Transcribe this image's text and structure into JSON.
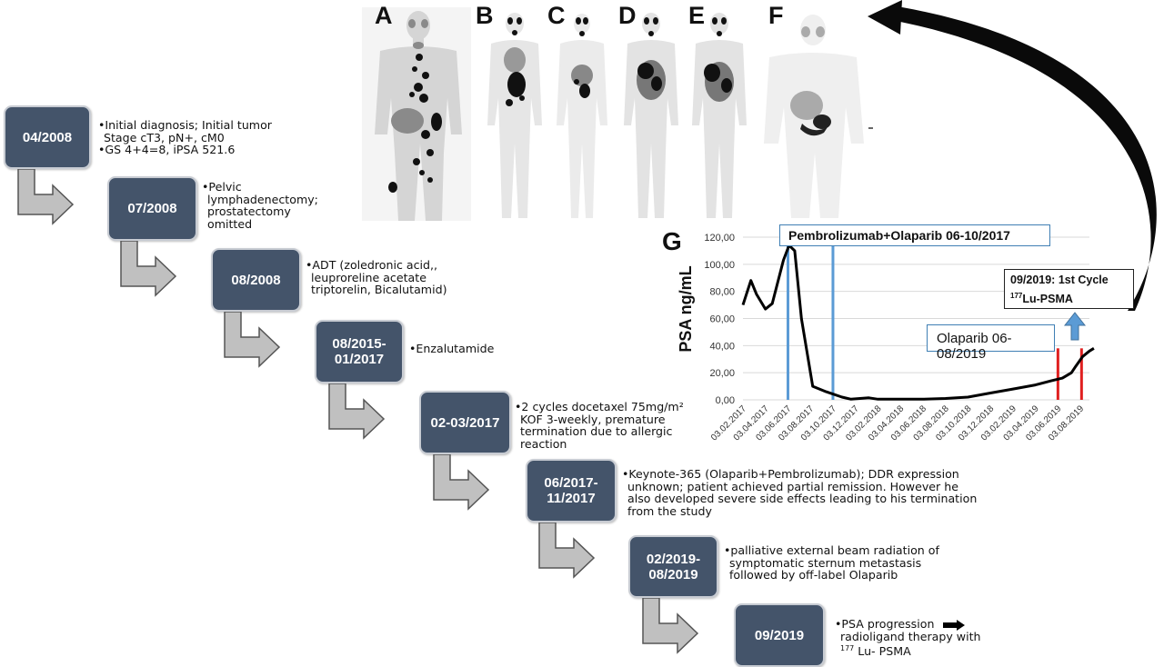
{
  "timeline": [
    {
      "date": "04/2008",
      "bullets": [
        "•Initial diagnosis; Initial tumor",
        "  Stage cT3, pN+, cM0",
        "•GS 4+4=8, iPSA 521.6"
      ]
    },
    {
      "date": "07/2008",
      "bullets": [
        "•Pelvic",
        " lymphadenectomy;",
        " prostatectomy",
        " omitted"
      ]
    },
    {
      "date": "08/2008",
      "bullets": [
        "•ADT (zoledronic acid,,",
        " leuproreline acetate",
        " triptorelin, Bicalutamid)"
      ]
    },
    {
      "date": "08/2015-\n01/2017",
      "bullets": [
        "•Enzalutamide"
      ]
    },
    {
      "date": "02-03/2017",
      "bullets": [
        "•2 cycles docetaxel 75mg/m²",
        " KOF 3-weekly, premature",
        " termination due to allergic",
        " reaction"
      ]
    },
    {
      "date": "06/2017-\n11/2017",
      "bullets": [
        "•Keynote-365 (Olaparib+Pembrolizumab); DDR expression",
        " unknown; patient achieved partial remission. However he",
        " also developed severe side effects leading to his termination",
        " from the study"
      ]
    },
    {
      "date": "02/2019-\n08/2019",
      "bullets": [
        "•palliative external beam radiation of",
        " symptomatic sternum metastasis",
        " followed by off-label Olaparib"
      ]
    },
    {
      "date": "09/2019",
      "bullets": [
        "•PSA progression",
        " radioligand therapy with",
        " Lu- PSMA"
      ],
      "superscript": "177"
    }
  ],
  "panels": [
    "A",
    "B",
    "C",
    "D",
    "E",
    "F"
  ],
  "chart_data": {
    "type": "line",
    "panel_label": "G",
    "ylabel": "PSA ng/mL",
    "ylim": [
      0,
      120
    ],
    "yticks": [
      "0,00",
      "20,00",
      "40,00",
      "60,00",
      "80,00",
      "100,00",
      "120,00"
    ],
    "xticks": [
      "03.02.2017",
      "03.04.2017",
      "03.06.2017",
      "03.08.2017",
      "03.10.2017",
      "03.12.2017",
      "03.02.2018",
      "03.04.2018",
      "03.06.2018",
      "03.08.2018",
      "03.10.2018",
      "03.12.2018",
      "03.02.2019",
      "03.04.2019",
      "03.06.2019",
      "03.08.2019"
    ],
    "series": [
      {
        "points": [
          [
            0.0,
            70
          ],
          [
            0.35,
            88
          ],
          [
            0.6,
            78
          ],
          [
            1.0,
            67
          ],
          [
            1.3,
            71
          ],
          [
            1.8,
            103
          ],
          [
            2.05,
            114
          ],
          [
            2.3,
            110
          ],
          [
            2.6,
            60
          ],
          [
            3.1,
            10
          ],
          [
            3.7,
            6
          ],
          [
            4.4,
            2
          ],
          [
            4.8,
            0.5
          ],
          [
            5.2,
            1
          ],
          [
            5.6,
            1.5
          ],
          [
            6.0,
            0.5
          ],
          [
            8.0,
            0.5
          ],
          [
            9.0,
            1
          ],
          [
            10.0,
            2
          ],
          [
            11.0,
            5
          ],
          [
            12.0,
            8
          ],
          [
            13.0,
            11
          ],
          [
            13.7,
            14
          ],
          [
            14.2,
            16
          ],
          [
            14.6,
            20
          ],
          [
            14.8,
            25
          ],
          [
            15.1,
            32
          ],
          [
            15.4,
            36
          ],
          [
            15.6,
            38
          ]
        ]
      }
    ],
    "vlines_blue": [
      2.0,
      4.0
    ],
    "vlines_red": [
      14.0,
      15.05
    ],
    "annotations": {
      "pembro": "Pembrolizumab+Olaparib  06-10/2017",
      "olaparib": "Olaparib 06-08/2019",
      "cycle_line1": "09/2019:  1st  Cycle",
      "cycle_sup": "177",
      "cycle_line2": "Lu-PSMA"
    }
  }
}
